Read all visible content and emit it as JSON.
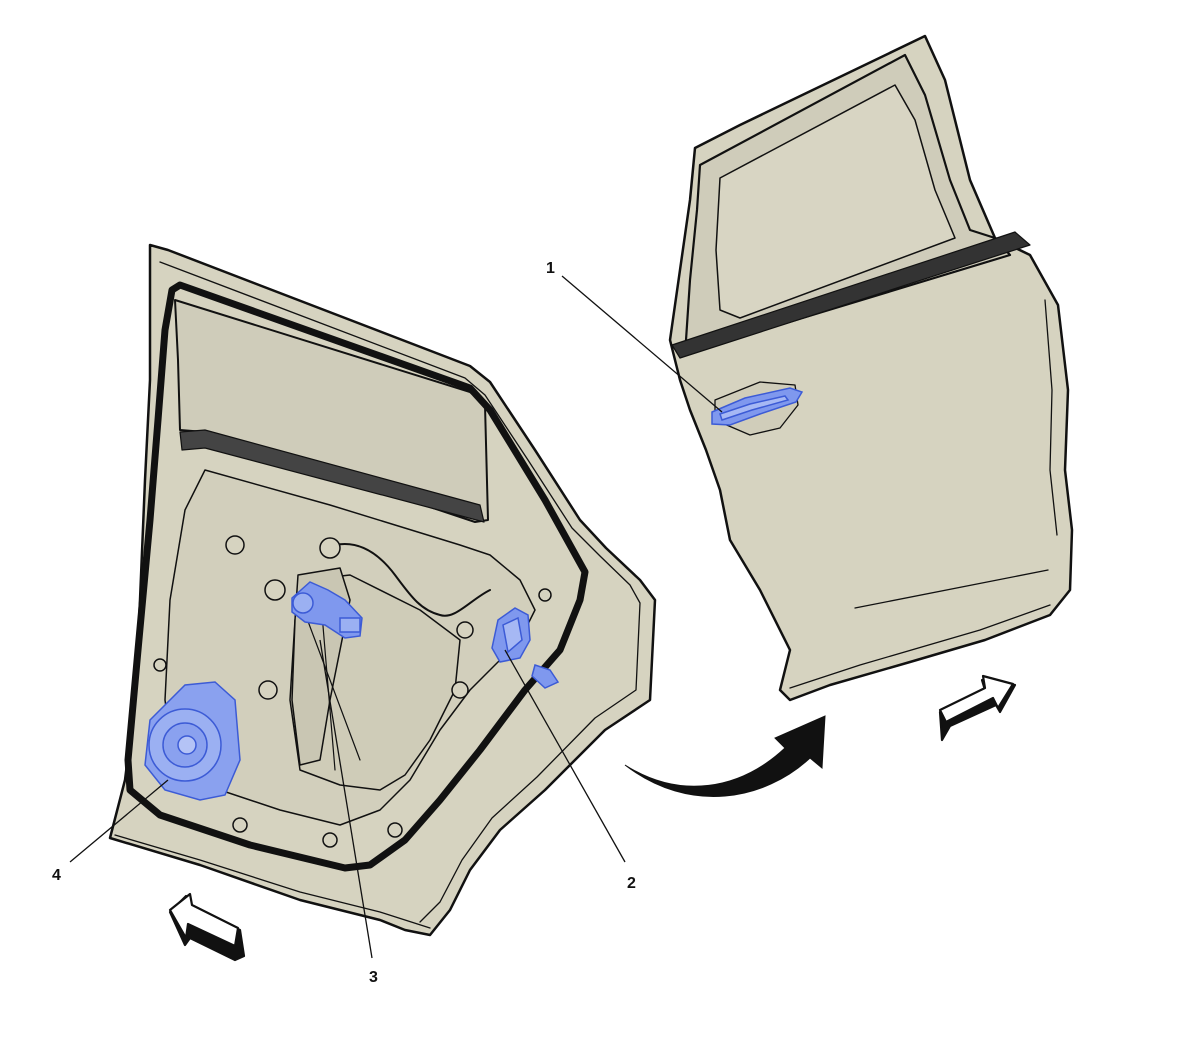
{
  "callouts": [
    {
      "id": "1",
      "label": "1"
    },
    {
      "id": "2",
      "label": "2"
    },
    {
      "id": "3",
      "label": "3"
    },
    {
      "id": "4",
      "label": "4"
    }
  ],
  "colors": {
    "door_panel": "#d6d3c0",
    "highlight_part": "#7f98ee",
    "outline": "#111111",
    "background": "#ffffff"
  },
  "icons": {
    "front_arrow_left": "hollow-arrow-left-icon",
    "front_arrow_right": "hollow-arrow-right-icon",
    "transition_arrow": "curved-arrow-icon"
  }
}
